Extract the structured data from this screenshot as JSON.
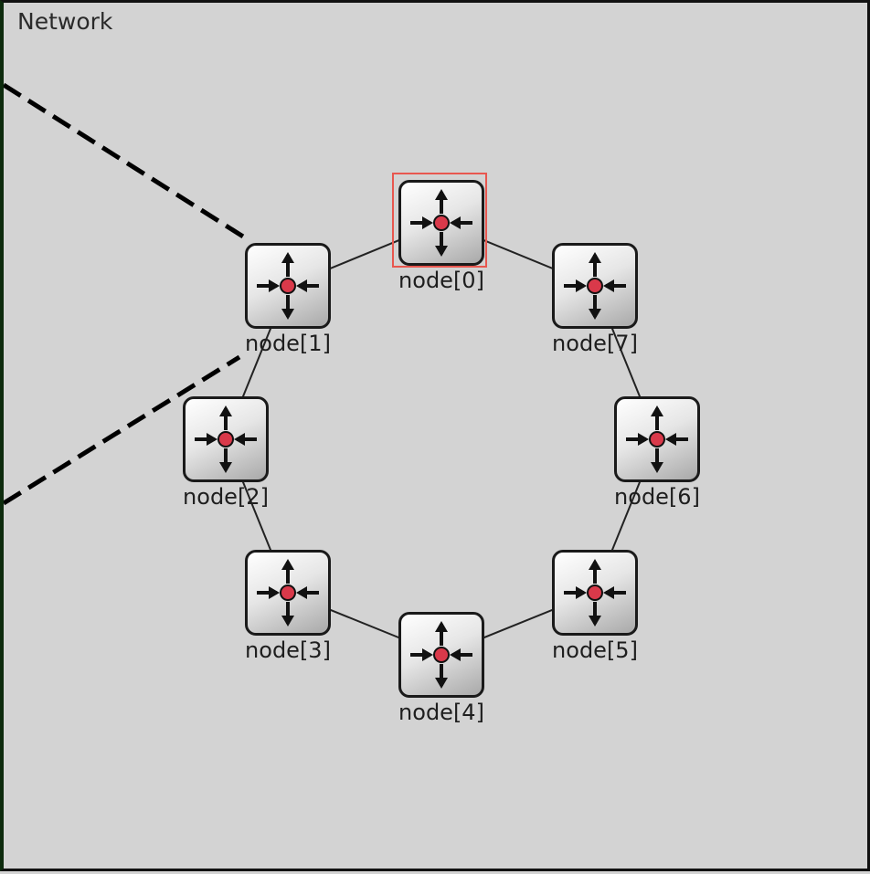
{
  "canvas": {
    "title": "Network"
  },
  "selected_node": "node[0]",
  "nodes": [
    {
      "id": "node[0]",
      "label": "node[0]"
    },
    {
      "id": "node[1]",
      "label": "node[1]"
    },
    {
      "id": "node[2]",
      "label": "node[2]"
    },
    {
      "id": "node[3]",
      "label": "node[3]"
    },
    {
      "id": "node[4]",
      "label": "node[4]"
    },
    {
      "id": "node[5]",
      "label": "node[5]"
    },
    {
      "id": "node[6]",
      "label": "node[6]"
    },
    {
      "id": "node[7]",
      "label": "node[7]"
    }
  ],
  "links": [
    [
      "node[0]",
      "node[1]"
    ],
    [
      "node[1]",
      "node[2]"
    ],
    [
      "node[2]",
      "node[3]"
    ],
    [
      "node[3]",
      "node[4]"
    ],
    [
      "node[4]",
      "node[5]"
    ],
    [
      "node[5]",
      "node[6]"
    ],
    [
      "node[6]",
      "node[7]"
    ],
    [
      "node[7]",
      "node[0]"
    ]
  ],
  "icon": {
    "name": "router-icon",
    "dot_color": "#d9394a"
  }
}
